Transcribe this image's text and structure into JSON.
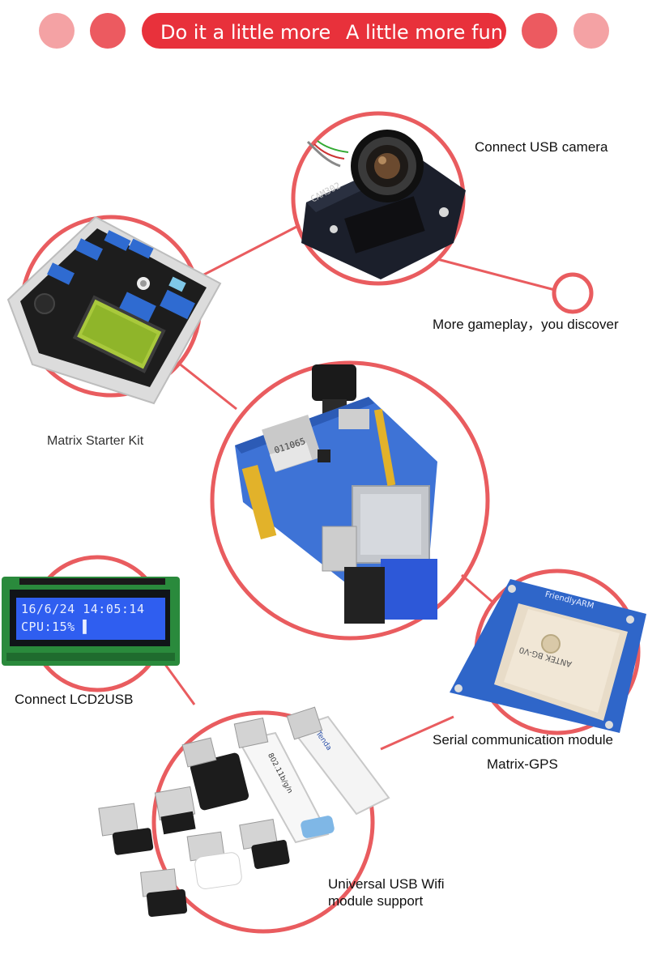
{
  "banner": {
    "left_text": "Do it a little more",
    "right_text": "A little more fun",
    "colors": {
      "pill": "#e8313b",
      "dot_dark": "#ec5a60",
      "dot_light": "#f4a2a4"
    }
  },
  "theme": {
    "ring_color": "#e95c5f",
    "pcb_blue": "#2f6bd1",
    "lcd_blue": "#2f5ef0"
  },
  "labels": {
    "camera": "Connect USB camera",
    "more": "More gameplay，you discover",
    "starter_kit": "Matrix Starter Kit",
    "lcd": "Connect LCD2USB",
    "serial": "Serial communication module",
    "gps": "Matrix-GPS",
    "wifi_line1": "Universal USB Wifi",
    "wifi_line2": "module support"
  },
  "products": {
    "lcd_line1": "16/6/24 14:05:14",
    "lcd_line2": "CPU:15% ▌",
    "gps_brand": "FriendlyARM",
    "gps_antenna": "ANTEK BG-V0",
    "sd_card": "011065",
    "dongle_tenda": "Tenda",
    "dongle_wifi": "802.11b/g/n"
  }
}
